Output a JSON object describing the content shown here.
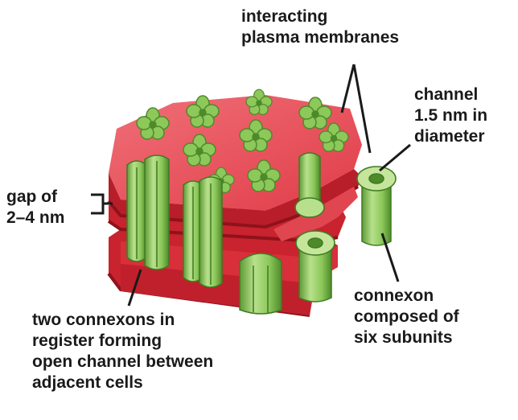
{
  "labels": {
    "membranes": [
      "interacting",
      "plasma membranes"
    ],
    "channel": [
      "channel",
      "1.5 nm in",
      "diameter"
    ],
    "gap": [
      "gap of",
      "2–4 nm"
    ],
    "connexon": [
      "connexon",
      "composed of",
      "six subunits"
    ],
    "register": [
      "two connexons in",
      "register forming",
      "open channel between",
      "adjacent cells"
    ]
  },
  "colors": {
    "membrane_top": "#e8505a",
    "membrane_side": "#c8232e",
    "membrane_dark": "#8f121b",
    "connexon_light": "#c4e59a",
    "connexon_mid": "#8cc85a",
    "connexon_dark": "#4e8a2a",
    "label_text": "#1a1a1a"
  }
}
